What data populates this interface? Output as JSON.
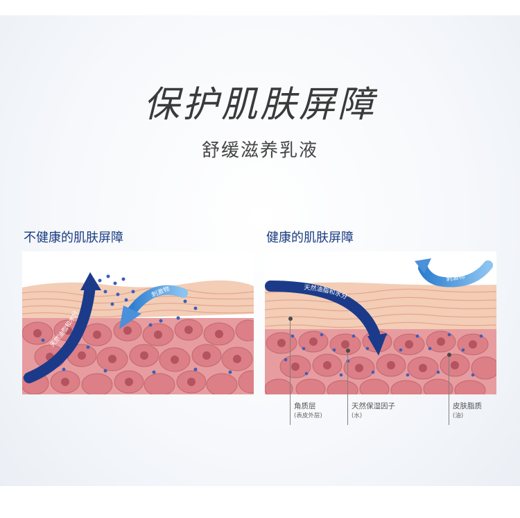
{
  "headline": {
    "title": "保护肌肤屏障",
    "subtitle": "舒缓滋养乳液"
  },
  "left_panel": {
    "label": "不健康的肌肤屏障",
    "arrow_irritant": "刺激物",
    "arrow_lipid": "天然油脂和水分"
  },
  "right_panel": {
    "label": "健康的肌肤屏障",
    "arrow_irritant": "刺激物",
    "arrow_lipid": "天然油脂和水分",
    "annotations": [
      {
        "name": "角质层",
        "sub": "(表皮外层)"
      },
      {
        "name": "天然保湿因子",
        "sub": "(水)"
      },
      {
        "name": "皮肤脂质",
        "sub": "(油)"
      }
    ]
  },
  "colors": {
    "arrow_dark": "#1b3b8a",
    "arrow_light": "#4aa0e0",
    "cell": "#d97a80",
    "cell_nucleus": "#b35460",
    "stratum": "#f2c7ad",
    "label_blue": "#1a3c82"
  }
}
